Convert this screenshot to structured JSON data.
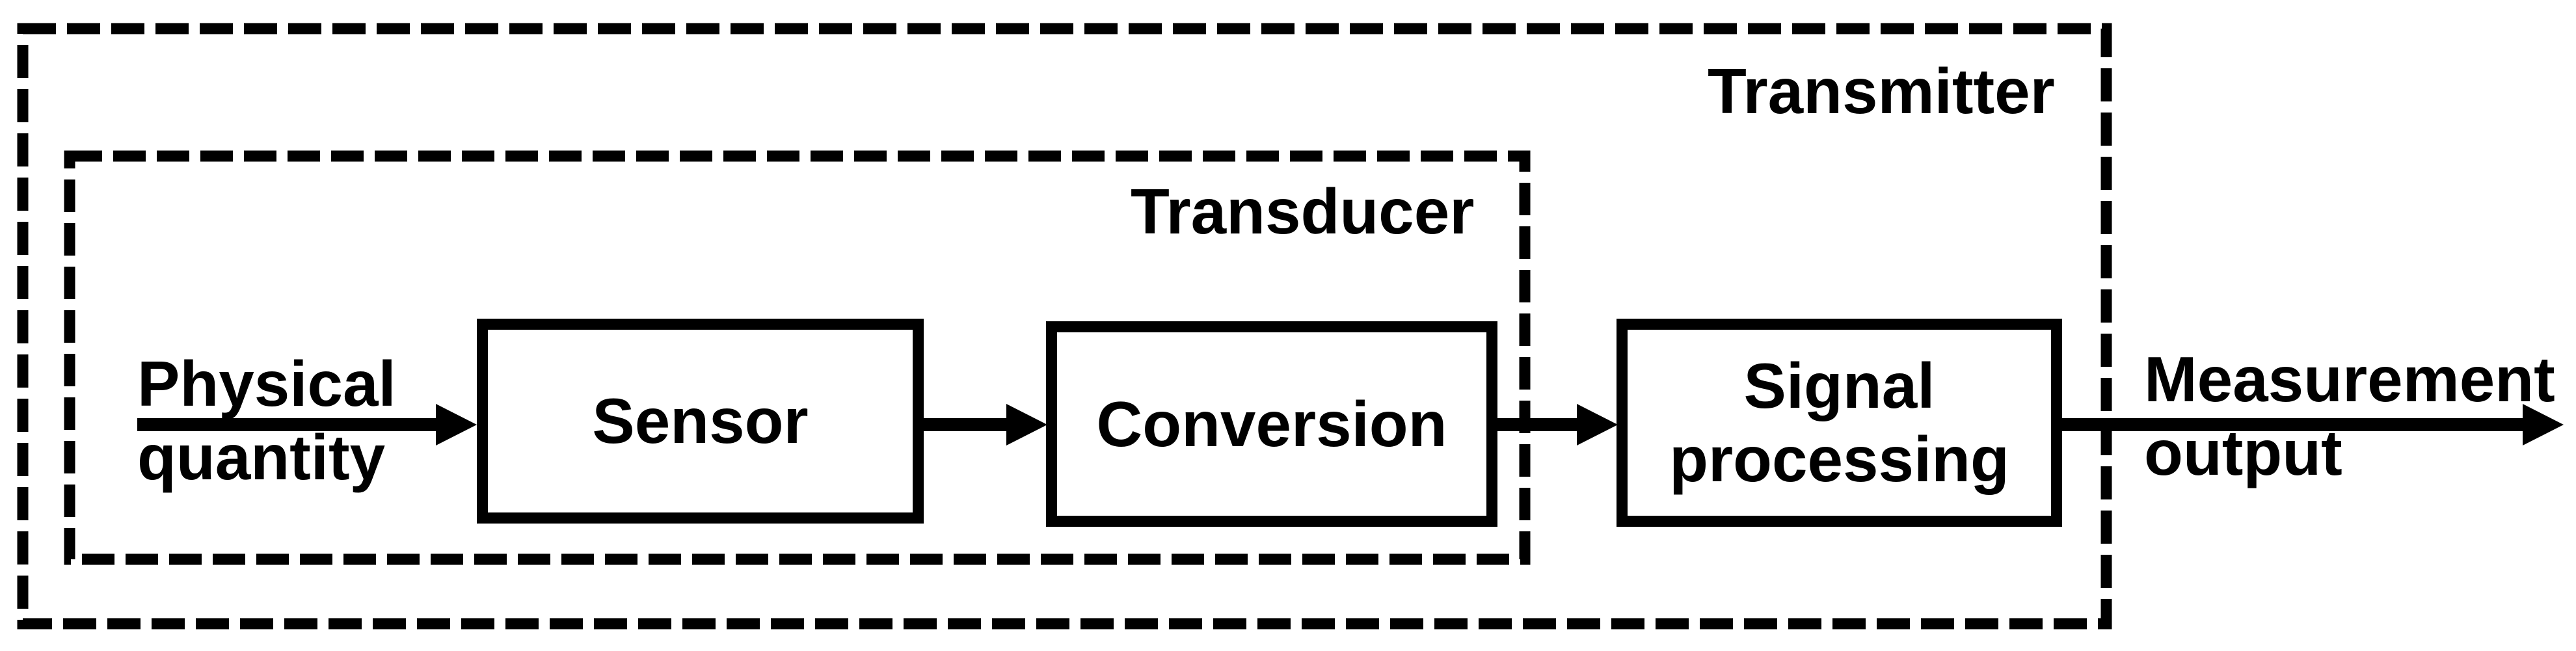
{
  "diagram": {
    "title_outer": "Transmitter",
    "title_inner": "Transducer",
    "blocks": {
      "sensor": "Sensor",
      "conversion": "Conversion",
      "signal_line1": "Signal",
      "signal_line2": "processing"
    },
    "input_label": {
      "line1": "Physical",
      "line2": "quantity"
    },
    "output_label": {
      "line1": "Measurement",
      "line2": "output"
    },
    "colors": {
      "stroke": "#000000",
      "background": "#ffffff"
    }
  }
}
